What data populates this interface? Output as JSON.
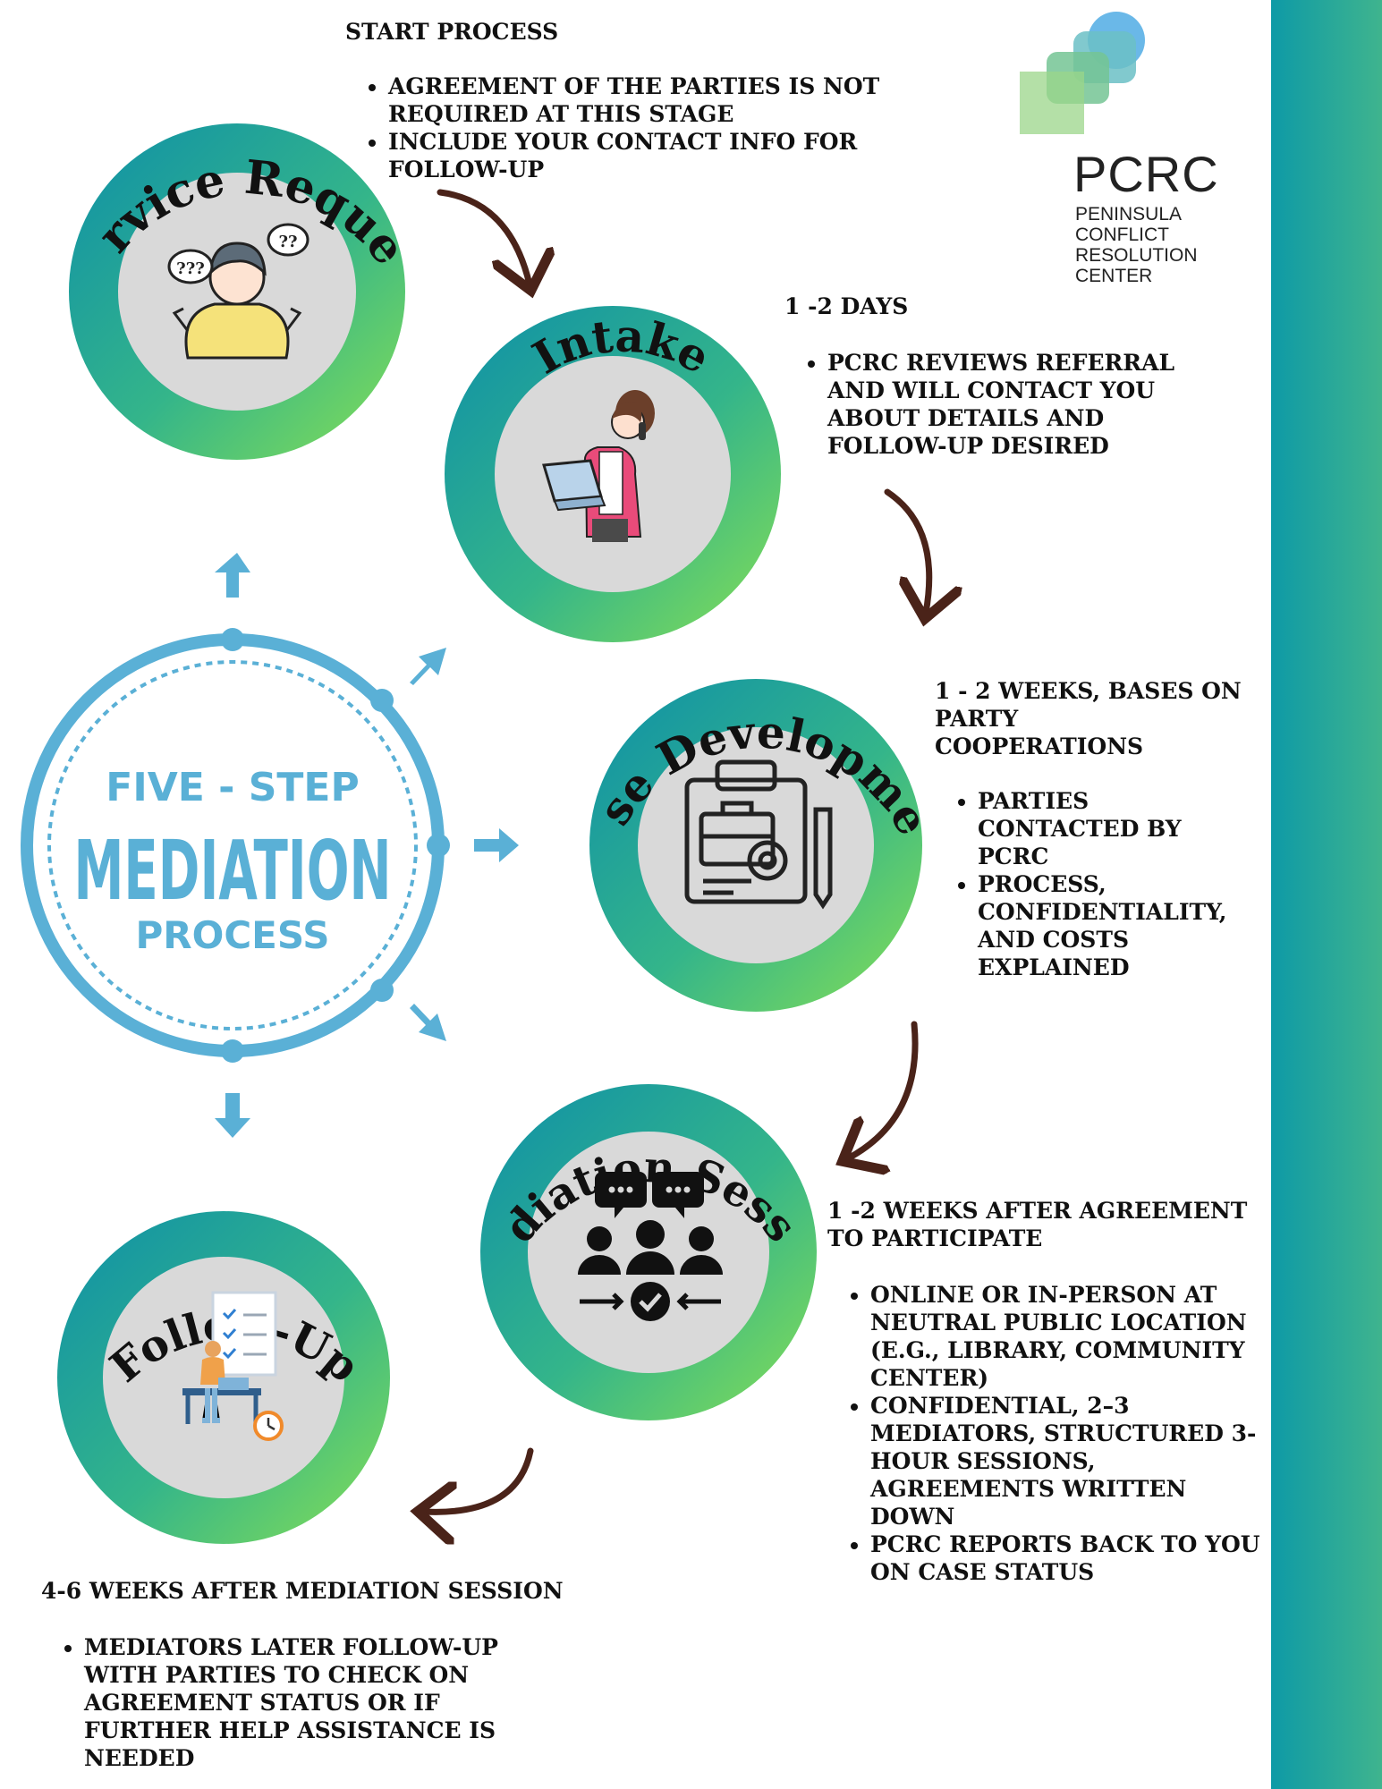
{
  "title": {
    "line1": "FIVE - STEP",
    "line2": "MEDIATION",
    "line3": "PROCESS"
  },
  "logo": {
    "abbr": "PCRC",
    "line1": "PENINSULA",
    "line2": "CONFLICT",
    "line3": "RESOLUTION",
    "line4": "CENTER"
  },
  "colors": {
    "green": "#7ed957",
    "teal": "#0e8fa8",
    "blue": "#5ab0d6",
    "arrow": "#4a2319",
    "band": "#1aa59e"
  },
  "steps": [
    {
      "name": "Service Request",
      "icon": "confused-person-icon",
      "timing": [
        "START PROCESS"
      ],
      "bullets": [
        "AGREEMENT OF THE PARTIES IS NOT REQUIRED AT THIS STAGE",
        "INCLUDE YOUR CONTACT INFO FOR FOLLOW-UP"
      ]
    },
    {
      "name": "Intake",
      "icon": "woman-on-phone-icon",
      "timing": [
        "1 -2 DAYS"
      ],
      "bullets": [
        "PCRC REVIEWS REFERRAL AND WILL CONTACT YOU ABOUT DETAILS AND FOLLOW-UP DESIRED"
      ]
    },
    {
      "name": "Case Development",
      "icon": "clipboard-briefcase-icon",
      "timing": [
        "1 - 2 WEEKS, BASES ON",
        "PARTY",
        "COOPERATIONS"
      ],
      "bullets": [
        "PARTIES CONTACTED BY PCRC",
        "PROCESS, CONFIDENTIALITY, AND COSTS EXPLAINED"
      ]
    },
    {
      "name": "Mediation Session",
      "icon": "group-agreement-icon",
      "timing": [
        "1 -2 WEEKS AFTER AGREEMENT",
        "TO PARTICIPATE"
      ],
      "bullets": [
        "ONLINE OR IN-PERSON AT NEUTRAL PUBLIC LOCATION (E.G., LIBRARY, COMMUNITY CENTER)",
        "CONFIDENTIAL, 2–3 MEDIATORS, STRUCTURED 3-HOUR SESSIONS, AGREEMENTS WRITTEN DOWN",
        "PCRC REPORTS BACK TO YOU ON CASE STATUS"
      ]
    },
    {
      "name": "Follow-Up",
      "icon": "checklist-desk-icon",
      "timing": [
        "4-6 WEEKS AFTER MEDIATION SESSION"
      ],
      "bullets": [
        "MEDIATORS LATER FOLLOW-UP WITH PARTIES TO CHECK ON AGREEMENT STATUS OR IF FURTHER HELP ASSISTANCE IS NEEDED"
      ]
    }
  ]
}
